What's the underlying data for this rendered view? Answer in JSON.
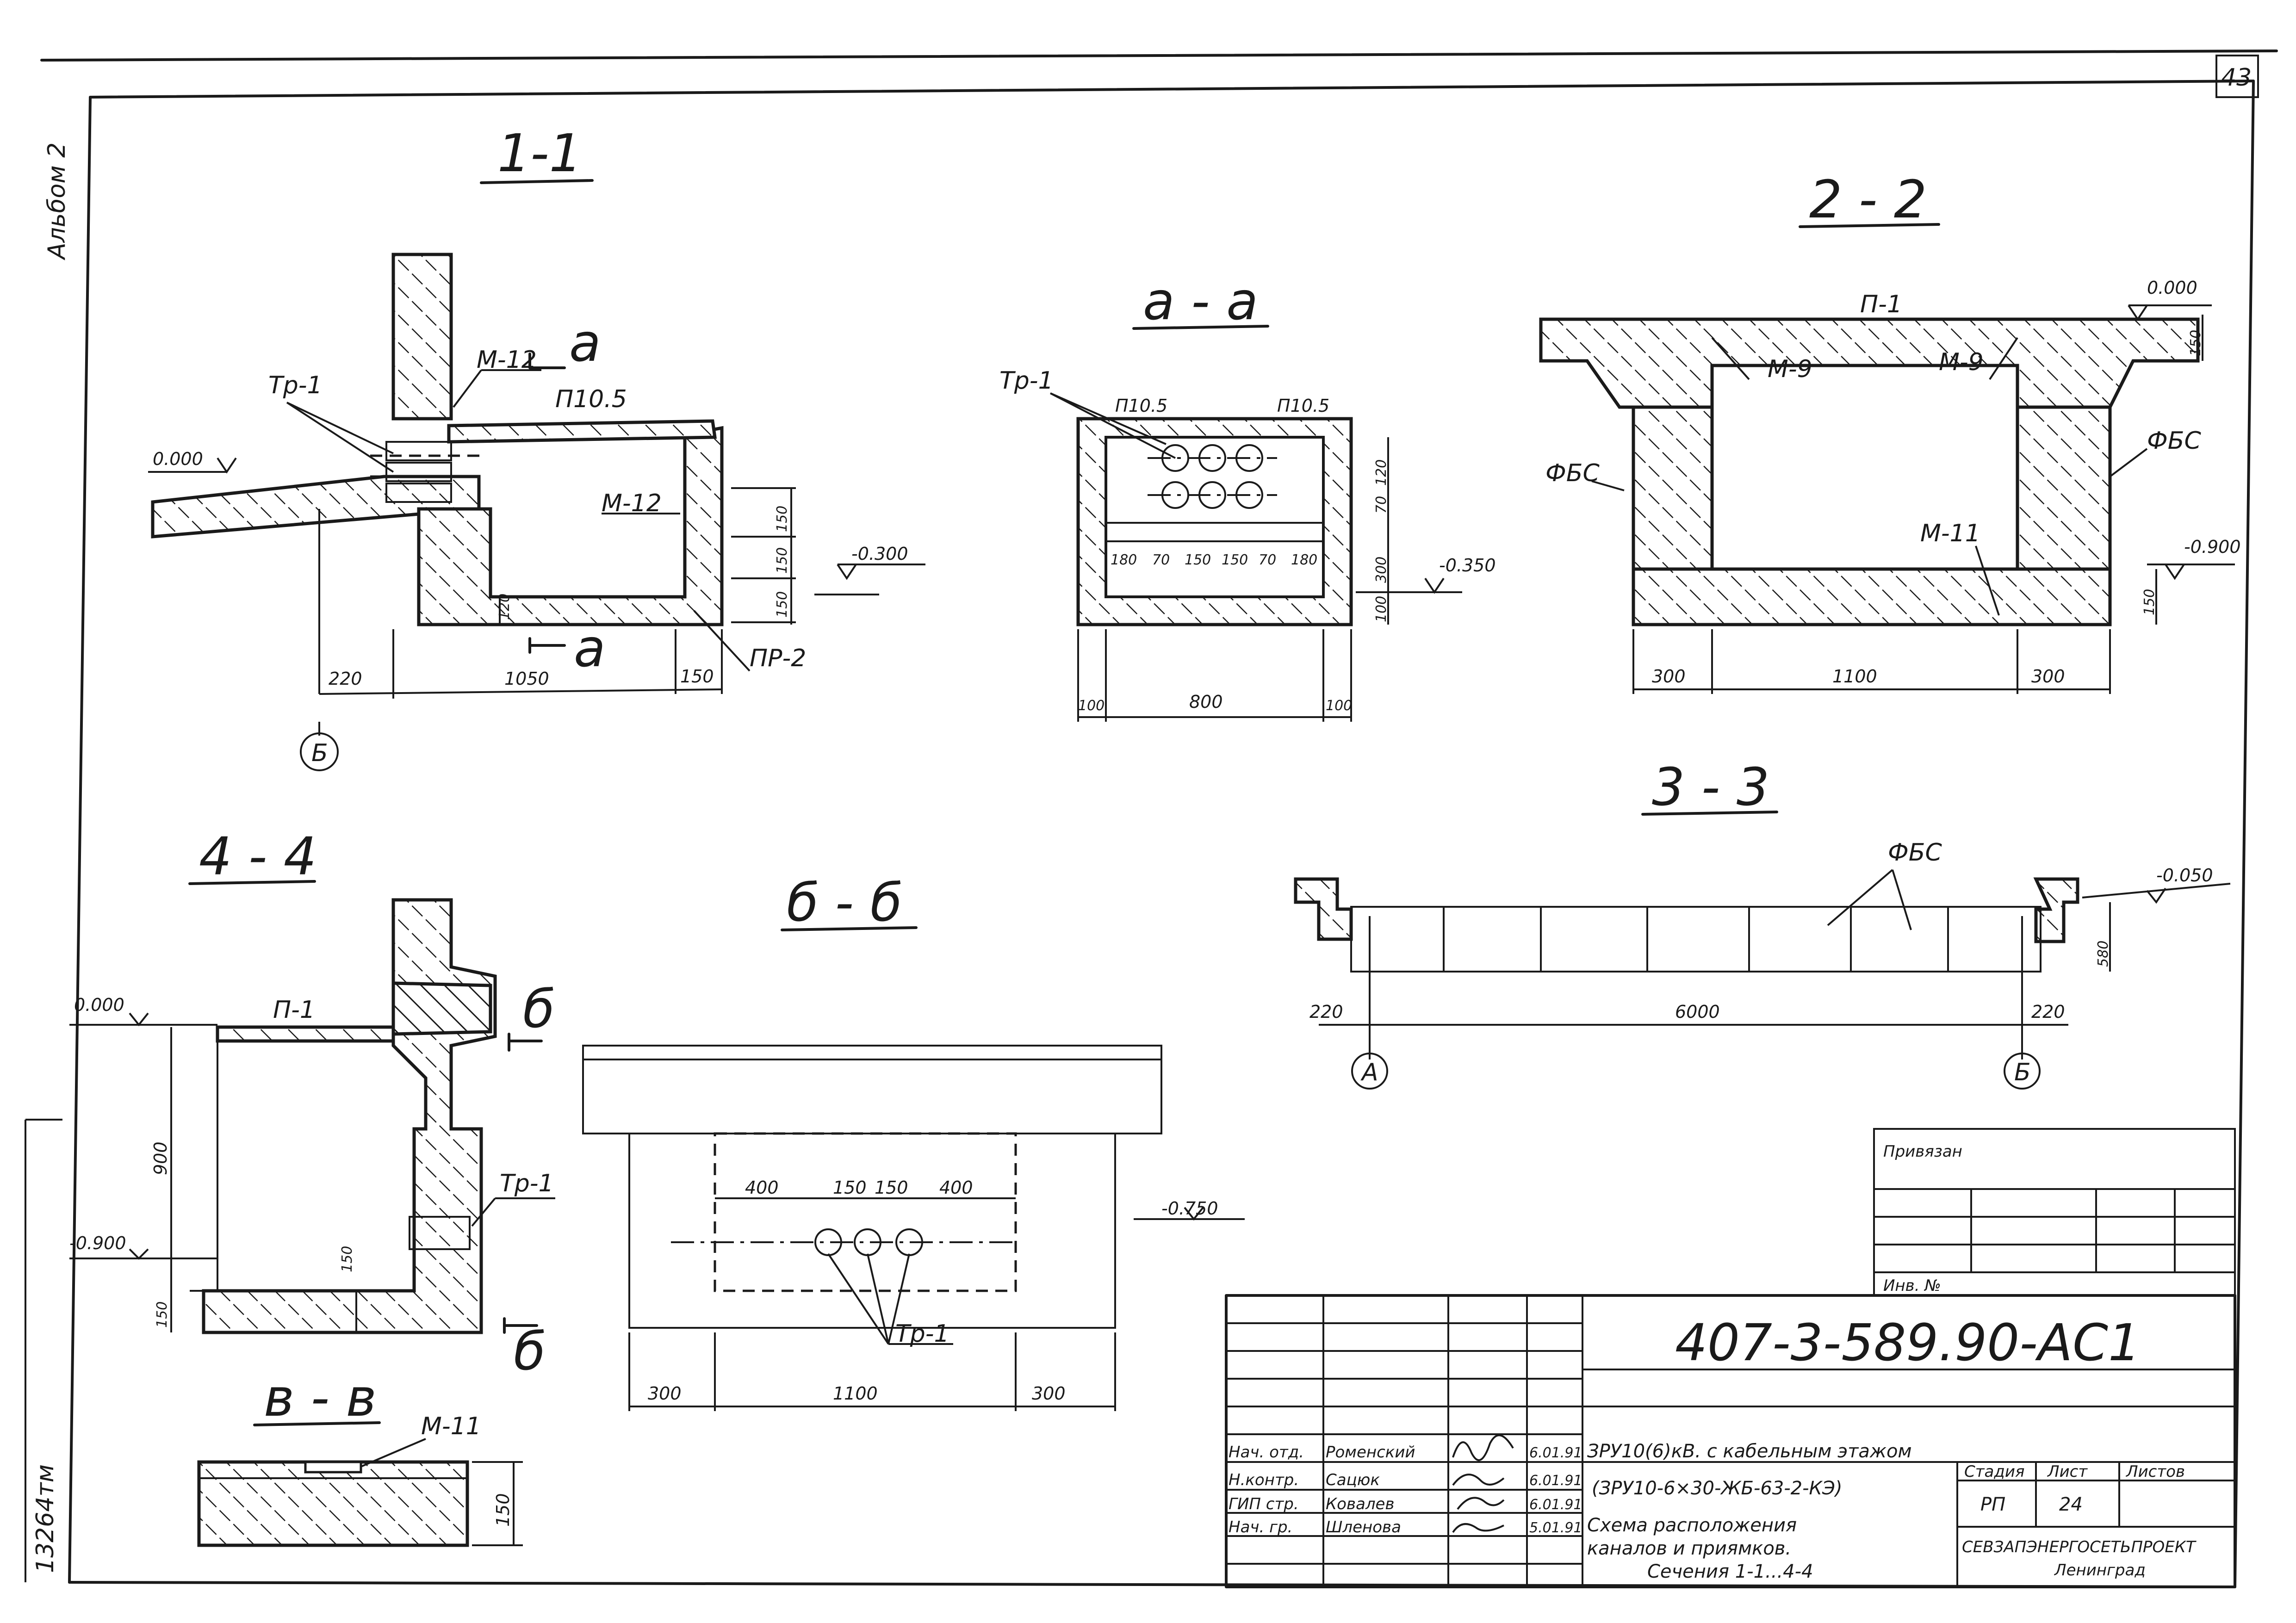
{
  "sheet": {
    "number": "43",
    "album": "Альбом 2",
    "inv_side": "13264тм"
  },
  "sections": {
    "s11": {
      "title": "1-1",
      "labels": {
        "tr": "Тр-1",
        "m12a": "М-12",
        "m12b": "М-12",
        "p105": "П10.5",
        "pr2": "ПР-2",
        "cut": "а",
        "axis": "Б"
      },
      "levels": {
        "top": "0.000",
        "low": "-0.300"
      },
      "dims": {
        "d1": "150",
        "d2": "150",
        "d3": "150",
        "d4": "120",
        "w1": "220",
        "w2": "1050",
        "w3": "150"
      }
    },
    "saa": {
      "title": "а - а",
      "labels": {
        "tr": "Тр-1",
        "p1": "П10.5",
        "p2": "П10.5"
      },
      "levels": {
        "low": "-0.350"
      },
      "dims": {
        "r1": "180",
        "r2": "70",
        "r3": "150",
        "r4": "150",
        "r5": "70",
        "r6": "180",
        "v1": "120",
        "v2": "70",
        "v3": "300",
        "v4": "100",
        "w1": "100",
        "w2": "800",
        "w3": "100"
      }
    },
    "s22": {
      "title": "2 - 2",
      "labels": {
        "p1": "П-1",
        "m9a": "М-9",
        "m9b": "М-9",
        "fbs1": "ФБС",
        "fbs2": "ФБС",
        "m11": "М-11"
      },
      "levels": {
        "top": "0.000",
        "low": "-0.900"
      },
      "dims": {
        "h1": "150",
        "h2": "150",
        "w1": "300",
        "w2": "1100",
        "w3": "300"
      }
    },
    "s33": {
      "title": "3 - 3",
      "labels": {
        "fbs": "ФБС",
        "axis_a": "А",
        "axis_b": "Б"
      },
      "levels": {
        "top": "-0.050"
      },
      "dims": {
        "h": "580",
        "w1": "220",
        "w2": "6000",
        "w3": "220"
      }
    },
    "s44": {
      "title": "4 - 4",
      "labels": {
        "p1": "П-1",
        "tr": "Тр-1",
        "cut1": "б",
        "cut2": "б"
      },
      "levels": {
        "top": "0.000",
        "low": "-0.900"
      },
      "dims": {
        "h1": "900",
        "h2": "150",
        "h3": "150"
      }
    },
    "sbb": {
      "title": "б - б",
      "labels": {
        "tr": "Тр-1"
      },
      "levels": {
        "low": "-0.750"
      },
      "dims": {
        "r1": "400",
        "r2": "150",
        "r3": "150",
        "r4": "400",
        "w1": "300",
        "w2": "1100",
        "w3": "300"
      }
    },
    "svv": {
      "title": "в - в",
      "labels": {
        "m11": "М-11"
      },
      "dims": {
        "h": "150"
      }
    }
  },
  "stamp": {
    "privyazan": "Привязан",
    "inv": "Инв. №",
    "code": "407-3-589.90-АС1",
    "roles": [
      {
        "role": "Нач. отд.",
        "name": "Роменский",
        "date": "6.01.91"
      },
      {
        "role": "Н.контр.",
        "name": "Сацюк",
        "date": "6.01.91"
      },
      {
        "role": "ГИП стр.",
        "name": "Ковалев",
        "date": "6.01.91"
      },
      {
        "role": "Нач. гр.",
        "name": "Шленова",
        "date": "5.01.91"
      }
    ],
    "object_line1": "ЗРУ10(6)кВ. с кабельным этажом",
    "object_line2": "(ЗРУ10-6×30-ЖБ-63-2-КЭ)",
    "sheet_title_1": "Схема расположения",
    "sheet_title_2": "каналов и приямков.",
    "sheet_title_3": "Сечения 1-1...4-4",
    "stage_h": "Стадия",
    "sheet_h": "Лист",
    "sheets_h": "Листов",
    "stage": "РП",
    "sheet_no": "24",
    "org": "СЕВЗАПЭНЕРГОСЕТЬПРОЕКТ",
    "city": "Ленинград"
  }
}
